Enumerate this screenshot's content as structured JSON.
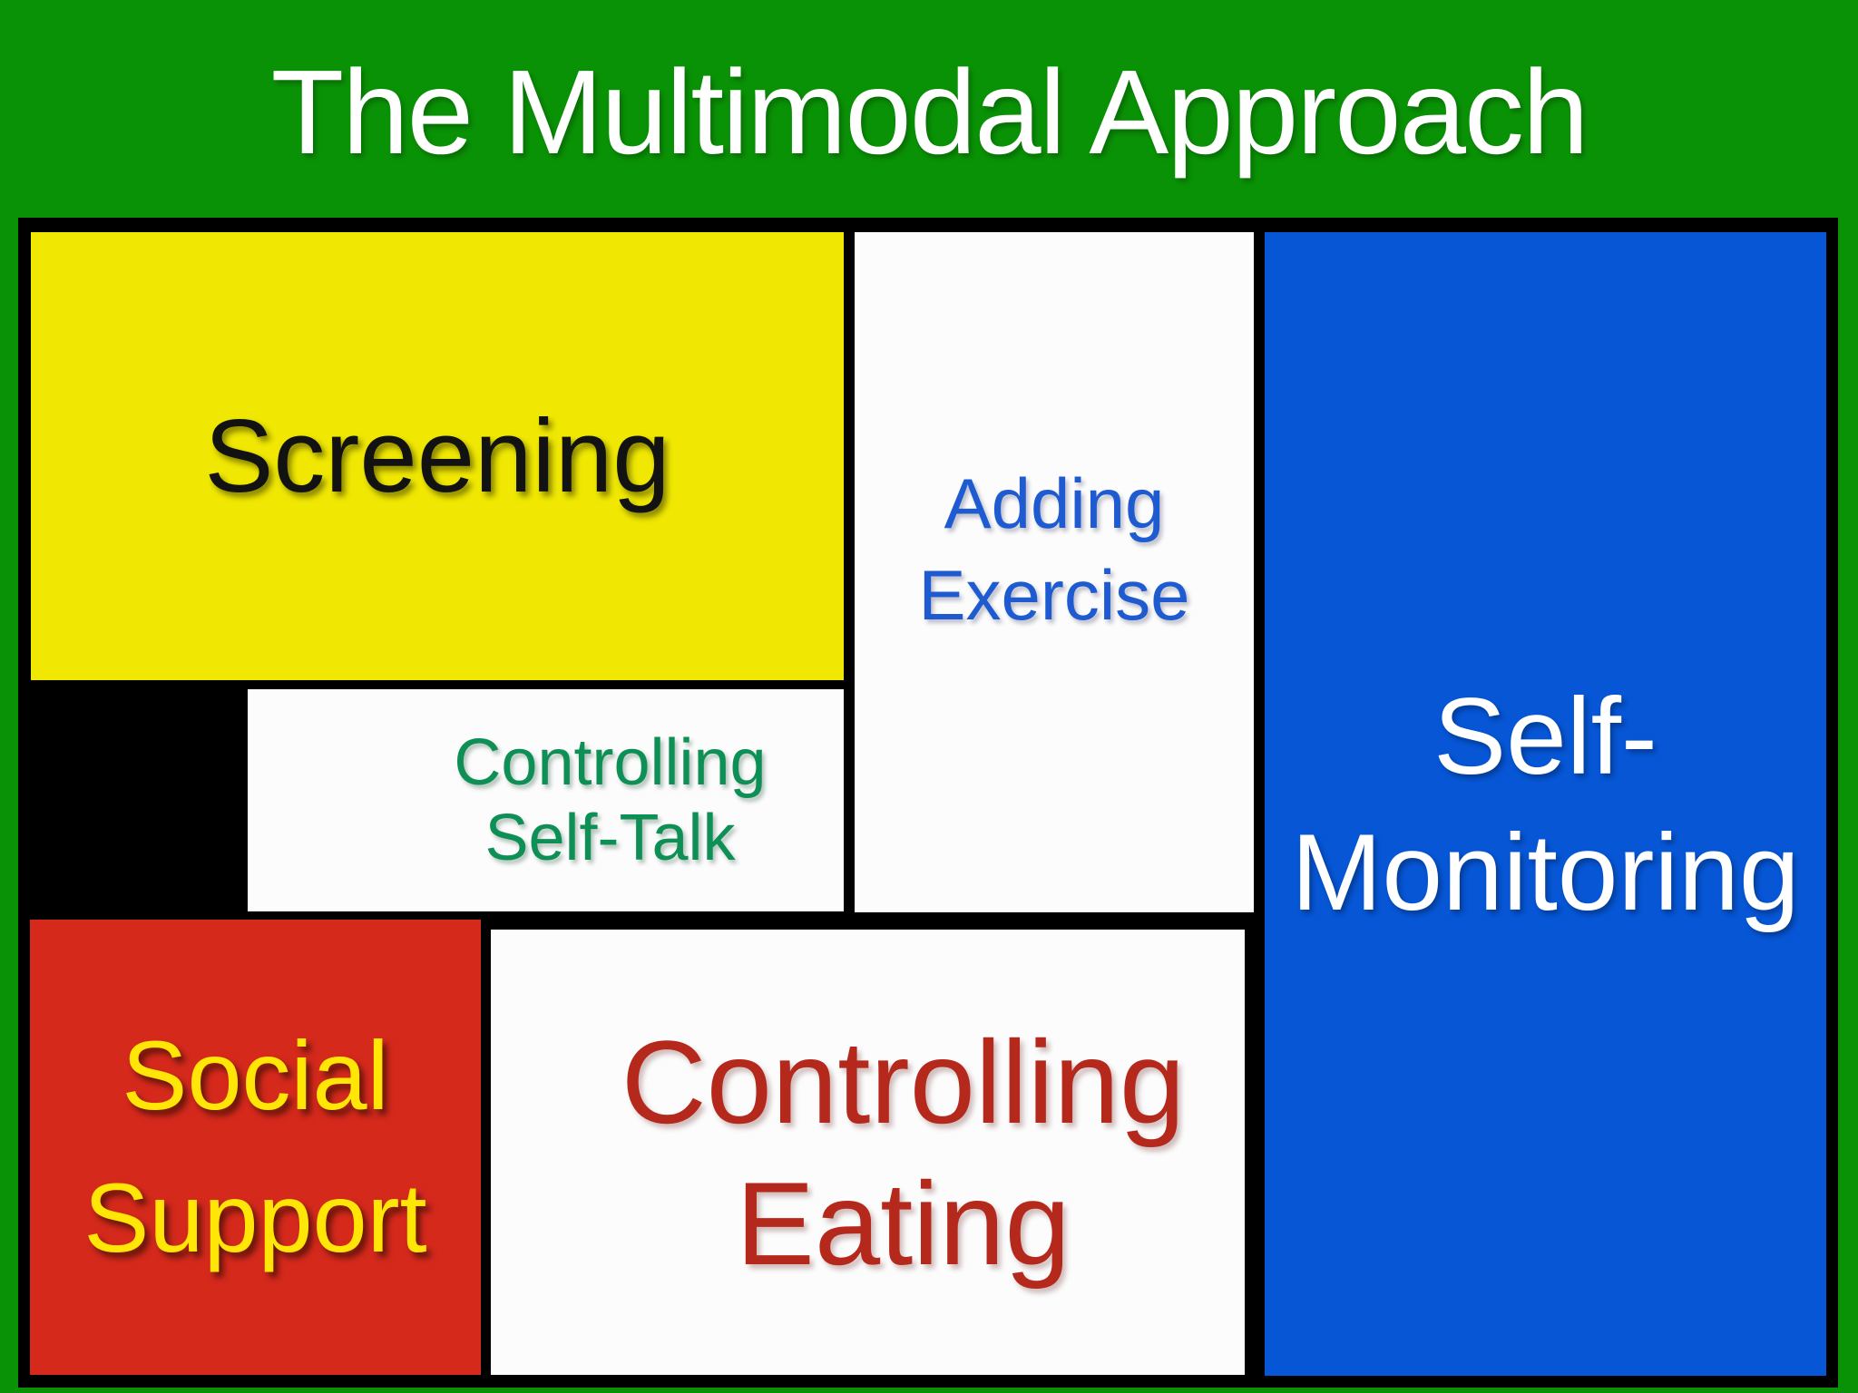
{
  "slide": {
    "title": "The Multimodal Approach"
  },
  "boxes": {
    "screening": {
      "label": "Screening"
    },
    "adding_exercise": {
      "line1": "Adding",
      "line2": "Exercise"
    },
    "self_monitoring": {
      "line1": "Self-",
      "line2": "Monitoring"
    },
    "controlling_self_talk": {
      "line1": "Controlling",
      "line2": "Self-Talk"
    },
    "social_support": {
      "line1": "Social",
      "line2": "Support"
    },
    "controlling_eating": {
      "line1": "Controlling",
      "line2": "Eating"
    }
  },
  "colors": {
    "background-green": "#0a9206",
    "frame-black": "#000000",
    "box-yellow": "#f0e802",
    "box-blue": "#0656d6",
    "box-red": "#d5291c",
    "box-white": "#fcfcfc",
    "title-text": "#ffffff",
    "screening-text": "#121212",
    "adding-exercise-text": "#1f5bd0",
    "self-monitoring-text": "#ffffff",
    "self-talk-text": "#0e8f55",
    "social-support-text": "#ffe606",
    "eating-text": "#b5291c"
  }
}
